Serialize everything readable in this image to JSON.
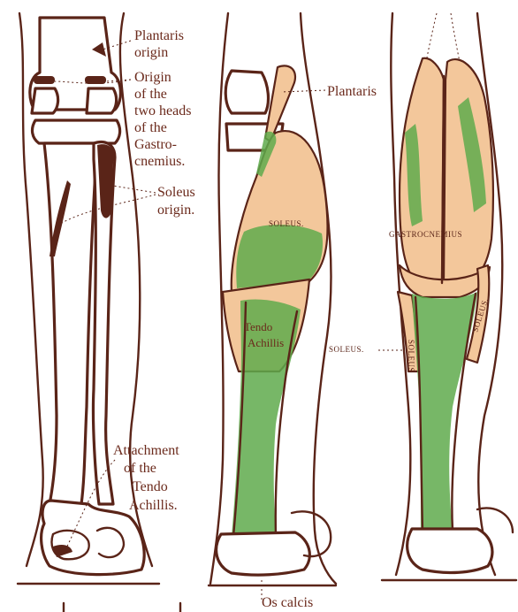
{
  "colors": {
    "ink": "#5a2418",
    "muscle": "#f3c79b",
    "tendon": "#5faa4c",
    "label": "#6b2a1c"
  },
  "panel1": {
    "labels": {
      "plantaris_origin_1": "Plantaris",
      "plantaris_origin_2": "origin",
      "gastro_1": "Origin",
      "gastro_2": "of the",
      "gastro_3": "two heads",
      "gastro_4": "of the",
      "gastro_5": "Gastro-",
      "gastro_6": "cnemius.",
      "soleus_1": "Soleus",
      "soleus_2": "origin.",
      "attach_1": "Attachment",
      "attach_2": "of the",
      "attach_3": "Tendo",
      "attach_4": "Achillis."
    }
  },
  "panel2": {
    "labels": {
      "plantaris": "Plantaris",
      "soleus": "SOLEUS.",
      "tendo_1": "Tendo",
      "tendo_2": "Achillis",
      "os_calcis": "Os calcis"
    }
  },
  "panel3": {
    "labels": {
      "gastrocnemius": "GASTROCNEMIUS",
      "soleus_left": "SOLEUS.",
      "soleus_right": "SOLEUS.",
      "soleus_vertical": "SOLEUS"
    }
  }
}
